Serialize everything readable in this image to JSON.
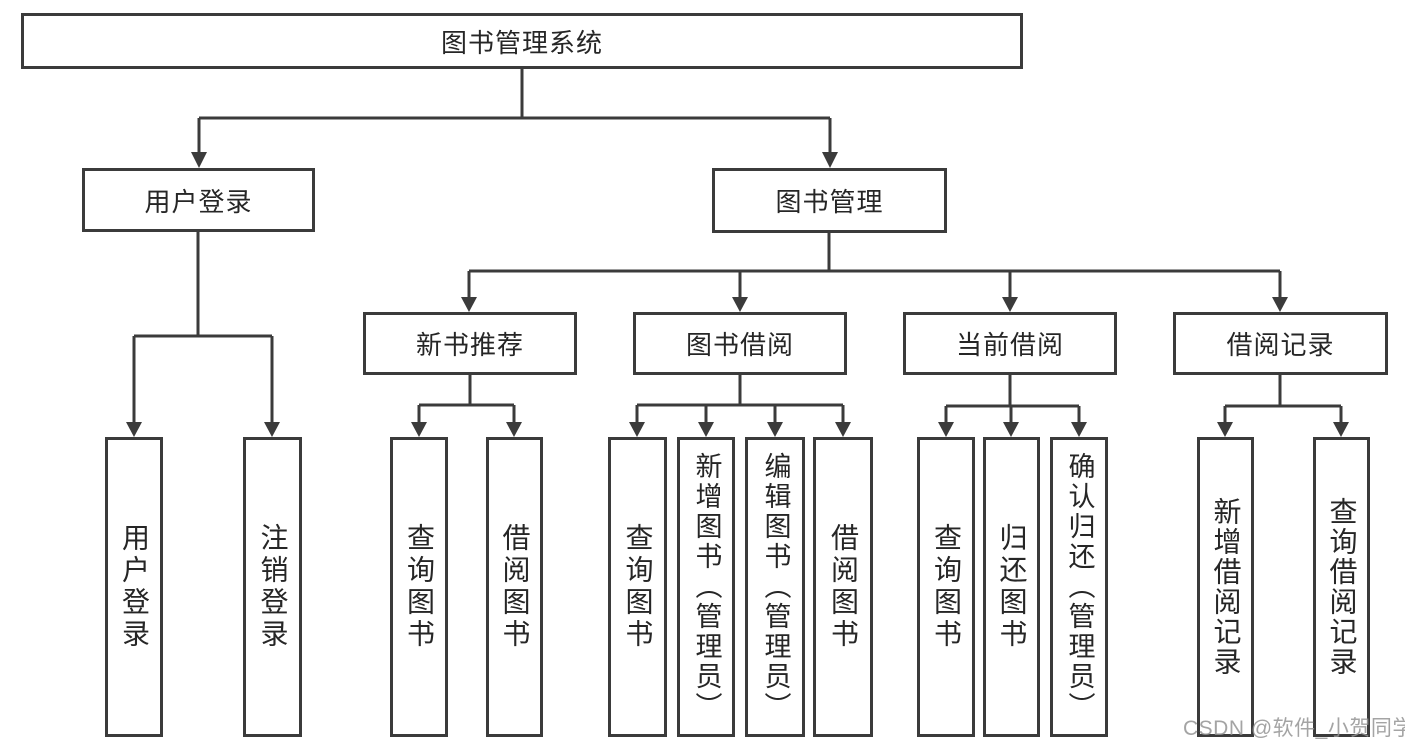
{
  "colors": {
    "background": "#ffffff",
    "line": "#3b3b3b",
    "text": "#262626",
    "watermark": "#949494"
  },
  "diagram": {
    "title": "图书管理系统",
    "branches": [
      {
        "label": "用户登录",
        "children": [
          {
            "label": "用户登录"
          },
          {
            "label": "注销登录"
          }
        ]
      },
      {
        "label": "图书管理",
        "children": [
          {
            "label": "新书推荐",
            "children": [
              {
                "label": "查询图书"
              },
              {
                "label": "借阅图书"
              }
            ]
          },
          {
            "label": "图书借阅",
            "children": [
              {
                "label": "查询图书"
              },
              {
                "label": "新增图书（管理员）"
              },
              {
                "label": "编辑图书（管理员）"
              },
              {
                "label": "借阅图书"
              }
            ]
          },
          {
            "label": "当前借阅",
            "children": [
              {
                "label": "查询图书"
              },
              {
                "label": "归还图书"
              },
              {
                "label": "确认归还（管理员）"
              }
            ]
          },
          {
            "label": "借阅记录",
            "children": [
              {
                "label": "新增借阅记录"
              },
              {
                "label": "查询借阅记录"
              }
            ]
          }
        ]
      }
    ]
  },
  "watermark": {
    "text": "CSDN @软件_小贺同学"
  }
}
